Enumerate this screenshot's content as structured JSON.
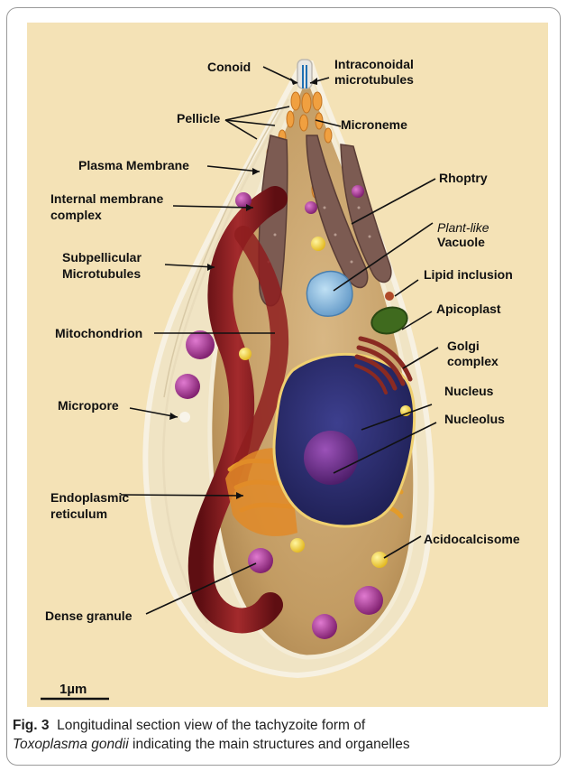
{
  "labels": {
    "conoid": "Conoid",
    "intraconoidal_1": "Intraconoidal",
    "intraconoidal_2": "microtubules",
    "pellicle": "Pellicle",
    "microneme": "Microneme",
    "plasma_membrane": "Plasma Membrane",
    "rhoptry": "Rhoptry",
    "imc_1": "Internal membrane",
    "imc_2": "complex",
    "plant_like": "Plant-like",
    "vacuole": "Vacuole",
    "subpellicular_1": "Subpellicular",
    "subpellicular_2": "Microtubules",
    "lipid_inclusion": "Lipid inclusion",
    "apicoplast": "Apicoplast",
    "mitochondrion": "Mitochondrion",
    "golgi_1": "Golgi",
    "golgi_2": "complex",
    "micropore": "Micropore",
    "nucleus": "Nucleus",
    "nucleolus": "Nucleolus",
    "er_1": "Endoplasmic",
    "er_2": "reticulum",
    "acidocalcisome": "Acidocalcisome",
    "dense_granule": "Dense granule",
    "scale_bar": "1µm"
  },
  "caption": {
    "fig_label": "Fig. 3",
    "text_1": "Longitudinal section view of the tachyzoite form of",
    "species": "Toxoplasma gondii",
    "text_2": "indicating the main structures and organelles"
  },
  "colors": {
    "background": "#f4e2b6",
    "membrane": "#efe6cf",
    "cytoplasm": "#c9a772",
    "rhoptry": "#7a5a50",
    "mitochondrion": "#8e1d1f",
    "nucleus": "#2a2c6e",
    "nucleolus": "#6b2a8a",
    "golgi": "#8a2a22",
    "apicoplast": "#3f6a1e",
    "vacuole": "#7fb3d9",
    "dense_granule": "#a33a8e",
    "acidocalcisome": "#f2d33a",
    "er": "#e39b2a",
    "microneme": "#f0a040"
  }
}
